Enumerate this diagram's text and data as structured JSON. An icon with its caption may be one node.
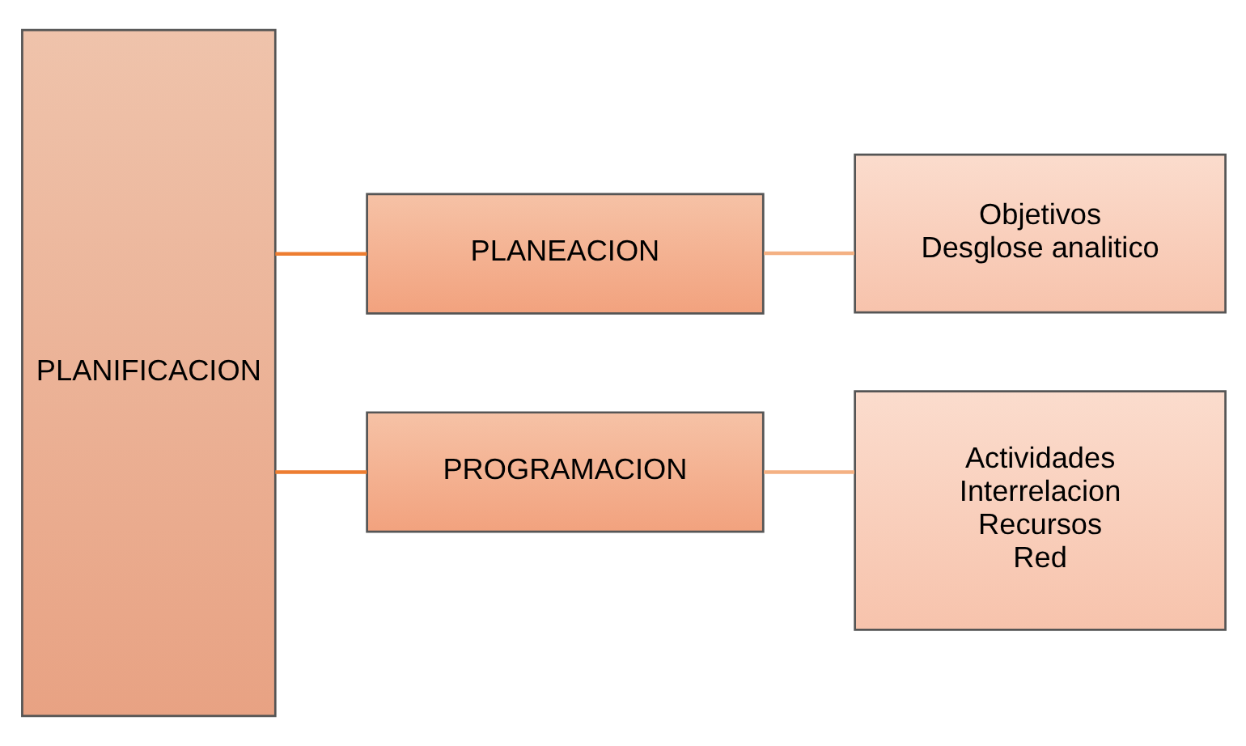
{
  "diagram": {
    "nodes": [
      {
        "text": [
          "PLANIFICACION"
        ]
      },
      {
        "text": [
          "PLANEACION"
        ]
      },
      {
        "text": [
          "PROGRAMACION"
        ]
      },
      {
        "text": [
          "Objetivos",
          "Desglose analitico"
        ]
      },
      {
        "text": [
          "Actividades",
          "Interrelacion",
          "Recursos",
          "Red"
        ]
      }
    ],
    "edges": [
      {
        "from": 0,
        "to": 1,
        "arrow": "none"
      },
      {
        "from": 0,
        "to": 2,
        "arrow": "none"
      },
      {
        "from": 1,
        "to": 3,
        "arrow": "none",
        "color": "#f4b183"
      },
      {
        "from": 2,
        "to": 4,
        "arrow": "none",
        "color": "#f4b183"
      }
    ]
  }
}
